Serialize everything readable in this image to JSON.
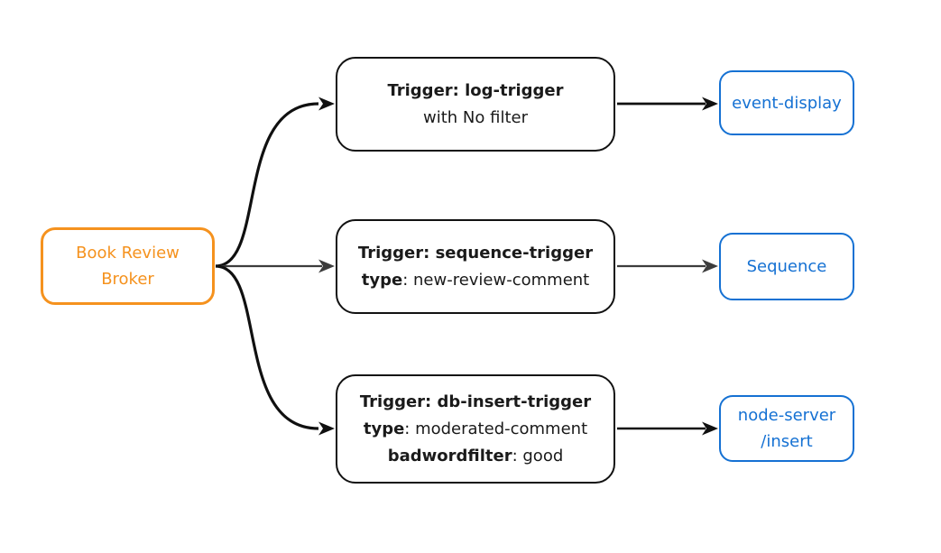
{
  "diagram": {
    "type": "flowchart",
    "description": "Broker fan-out to three triggers, each routing to a sink service",
    "colors": {
      "background": "#ffffff",
      "broker_accent": "#f5921e",
      "sink_accent": "#1571d3",
      "trigger_border": "#121212",
      "edge_black": "#101010",
      "edge_gray": "#3c3c3c",
      "text_dark": "#1a1a1a"
    },
    "broker": {
      "line1": "Book Review",
      "line2": "Broker"
    },
    "triggers": [
      {
        "id": "log-trigger",
        "lines": [
          {
            "bold": "Trigger: log-trigger",
            "rest": ""
          },
          {
            "bold": "",
            "rest": "with No filter"
          }
        ]
      },
      {
        "id": "sequence-trigger",
        "lines": [
          {
            "bold": "Trigger: sequence-trigger",
            "rest": ""
          },
          {
            "bold": "type",
            "rest": ": new-review-comment"
          }
        ]
      },
      {
        "id": "db-insert-trigger",
        "lines": [
          {
            "bold": "Trigger: db-insert-trigger",
            "rest": ""
          },
          {
            "bold": "type",
            "rest": ": moderated-comment"
          },
          {
            "bold": "badwordfilter",
            "rest": ": good"
          }
        ]
      }
    ],
    "sinks": [
      {
        "id": "event-display",
        "line1": "event-display",
        "line2": ""
      },
      {
        "id": "sequence",
        "line1": "Sequence",
        "line2": ""
      },
      {
        "id": "node-server-insert",
        "line1": "node-server",
        "line2": "/insert"
      }
    ]
  }
}
